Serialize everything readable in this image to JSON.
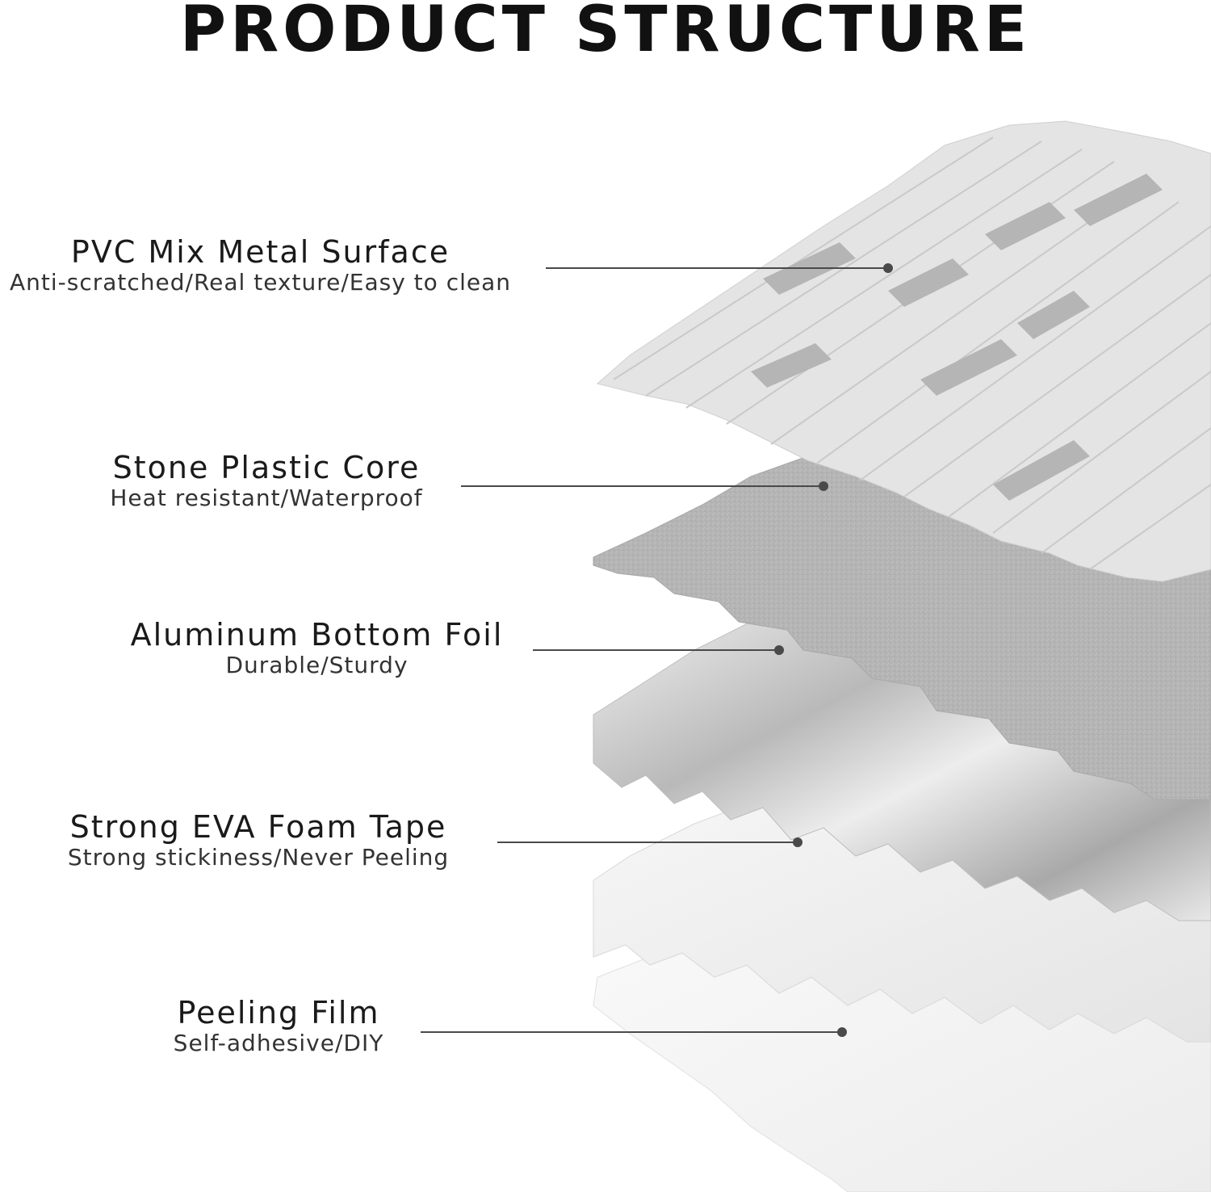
{
  "title": "PRODUCT STRUCTURE",
  "colors": {
    "surface_tile": "#e6e6e6",
    "surface_metal": "#b7b7b7",
    "core": "#b3b3b3",
    "foil": "#cfcfcf",
    "foam": "#eeeeee",
    "film": "#f3f3f3",
    "leader": "#4a4a4a"
  },
  "layers": [
    {
      "name": "PVC Mix Metal Surface",
      "description": "Anti-scratched/Real texture/Easy to clean"
    },
    {
      "name": "Stone Plastic Core",
      "description": "Heat resistant/Waterproof"
    },
    {
      "name": "Aluminum Bottom Foil",
      "description": "Durable/Sturdy"
    },
    {
      "name": "Strong EVA Foam Tape",
      "description": "Strong stickiness/Never Peeling"
    },
    {
      "name": "Peeling Film",
      "description": "Self-adhesive/DIY"
    }
  ]
}
